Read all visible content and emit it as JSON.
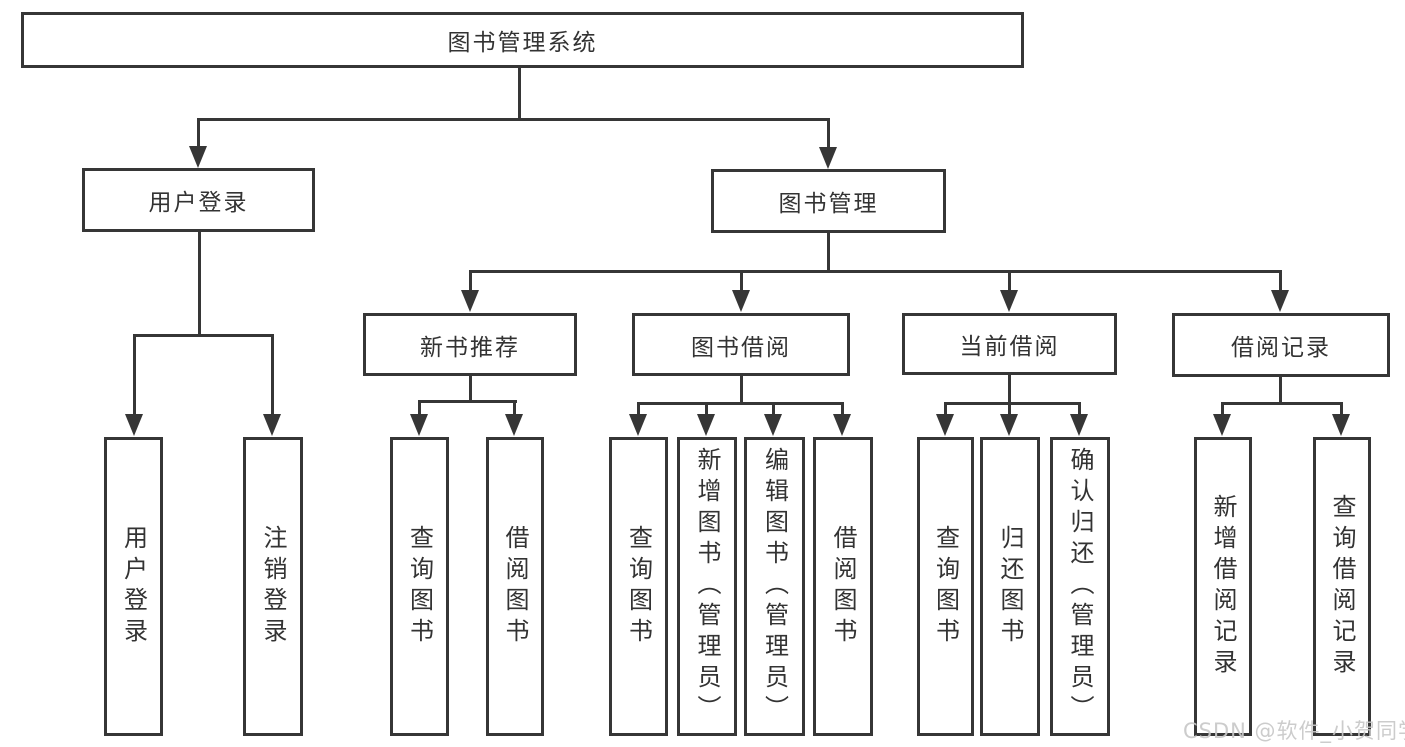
{
  "diagram": {
    "root": "图书管理系统",
    "branches": {
      "login": {
        "label": "用户登录",
        "children": [
          "用户登录",
          "注销登录"
        ]
      },
      "management": {
        "label": "图书管理",
        "sections": [
          {
            "label": "新书推荐",
            "children": [
              "查询图书",
              "借阅图书"
            ]
          },
          {
            "label": "图书借阅",
            "children": [
              "查询图书",
              "新增图书（管理员）",
              "编辑图书（管理员）",
              "借阅图书"
            ]
          },
          {
            "label": "当前借阅",
            "children": [
              "查询图书",
              "归还图书",
              "确认归还（管理员）"
            ]
          },
          {
            "label": "借阅记录",
            "children": [
              "新增借阅记录",
              "查询借阅记录"
            ]
          }
        ]
      }
    }
  },
  "watermark": {
    "text": "CSDN @软件_小贺同学"
  },
  "colors": {
    "line": "#363636",
    "text": "#333333",
    "watermark": "#c8c8c8",
    "background": "#ffffff"
  }
}
